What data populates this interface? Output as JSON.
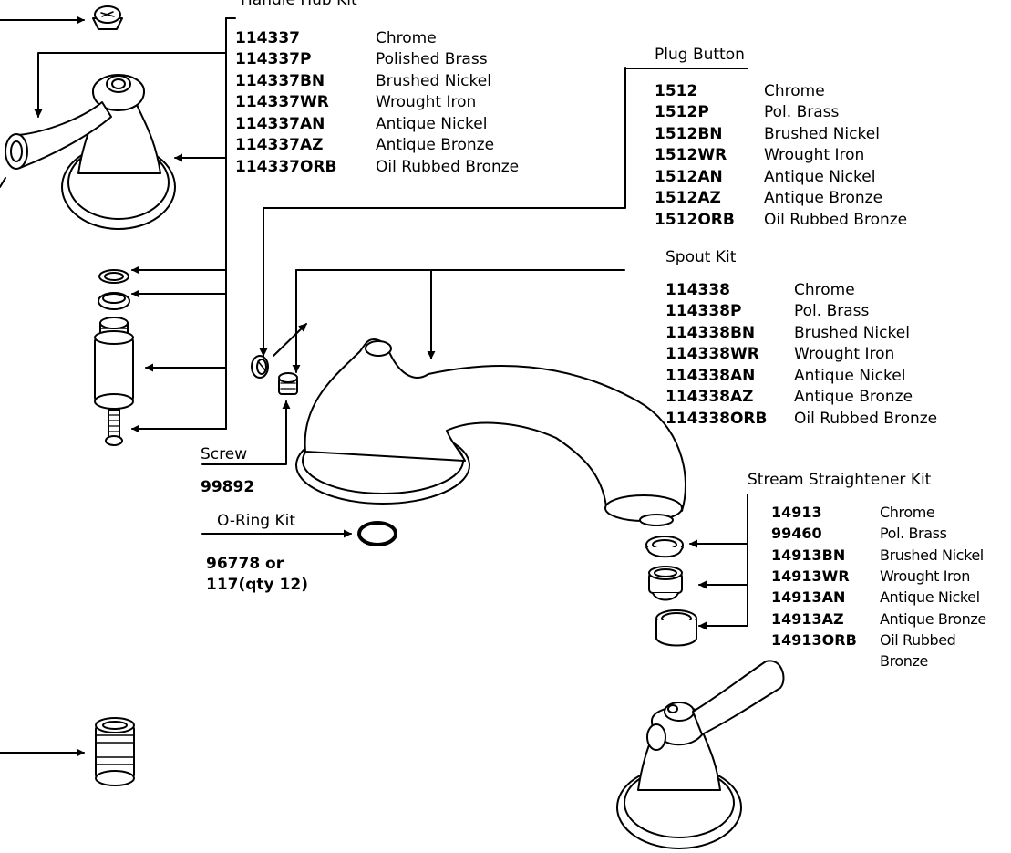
{
  "handle_hub_kit": {
    "title": "Handle Hub Kit",
    "parts": [
      {
        "number": "114337",
        "finish": "Chrome"
      },
      {
        "number": "114337P",
        "finish": "Polished Brass"
      },
      {
        "number": "114337BN",
        "finish": "Brushed Nickel"
      },
      {
        "number": "114337WR",
        "finish": "Wrought Iron"
      },
      {
        "number": "114337AN",
        "finish": "Antique Nickel"
      },
      {
        "number": "114337AZ",
        "finish": "Antique Bronze"
      },
      {
        "number": "114337ORB",
        "finish": "Oil Rubbed Bronze"
      }
    ]
  },
  "plug_button": {
    "title": "Plug Button",
    "parts": [
      {
        "number": "1512",
        "finish": "Chrome"
      },
      {
        "number": "1512P",
        "finish": "Pol. Brass"
      },
      {
        "number": "1512BN",
        "finish": "Brushed Nickel"
      },
      {
        "number": "1512WR",
        "finish": "Wrought Iron"
      },
      {
        "number": "1512AN",
        "finish": "Antique Nickel"
      },
      {
        "number": "1512AZ",
        "finish": "Antique Bronze"
      },
      {
        "number": "1512ORB",
        "finish": "Oil Rubbed Bronze"
      }
    ]
  },
  "spout_kit": {
    "title": "Spout Kit",
    "parts": [
      {
        "number": "114338",
        "finish": "Chrome"
      },
      {
        "number": "114338P",
        "finish": "Pol. Brass"
      },
      {
        "number": "114338BN",
        "finish": "Brushed Nickel"
      },
      {
        "number": "114338WR",
        "finish": "Wrought Iron"
      },
      {
        "number": "114338AN",
        "finish": "Antique Nickel"
      },
      {
        "number": "114338AZ",
        "finish": "Antique Bronze"
      },
      {
        "number": "114338ORB",
        "finish": "Oil Rubbed Bronze"
      }
    ]
  },
  "stream_straightener_kit": {
    "title": "Stream Straightener Kit",
    "parts": [
      {
        "number": "14913",
        "finish": "Chrome"
      },
      {
        "number": "99460",
        "finish": "Pol. Brass"
      },
      {
        "number": "14913BN",
        "finish": "Brushed Nickel"
      },
      {
        "number": "14913WR",
        "finish": "Wrought Iron"
      },
      {
        "number": "14913AN",
        "finish": "Antique Nickel"
      },
      {
        "number": "14913AZ",
        "finish": "Antique Bronze"
      },
      {
        "number": "14913ORB",
        "finish": "Oil Rubbed"
      }
    ],
    "finish_continuation": "Bronze"
  },
  "screw": {
    "title": "Screw",
    "number": "99892"
  },
  "o_ring_kit": {
    "title": "O-Ring Kit",
    "number_line1": "96778 or",
    "number_line2": "117(qty 12)"
  },
  "colors": {
    "ink": "#000000",
    "part_fill": "#ffffff"
  }
}
